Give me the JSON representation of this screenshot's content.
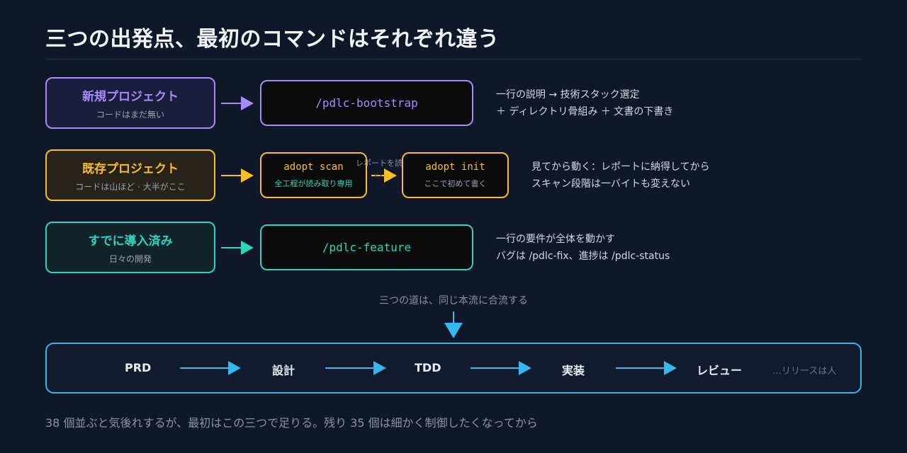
{
  "title": "三つの出発点、最初のコマンドはそれぞれ違う",
  "rows": [
    {
      "start_title": "新規プロジェクト",
      "start_sub": "コードはまだ無い",
      "command": "/pdlc-bootstrap",
      "desc_line1": "一行の説明 → 技術スタック選定",
      "desc_line2": "＋ ディレクトリ骨組み ＋ 文書の下書き"
    },
    {
      "start_title": "既存プロジェクト",
      "start_sub": "コードは山ほど · 大半がここ",
      "command1": "adopt scan",
      "command1_sub": "全工程が読み取り専用",
      "connector_label": "レポートを読",
      "command2": "adopt init",
      "command2_sub": "ここで初めて書く",
      "desc_line1": "見てから動く：レポートに納得してから",
      "desc_line2": "スキャン段階は一バイトも変えない"
    },
    {
      "start_title": "すでに導入済み",
      "start_sub": "日々の開発",
      "command": "/pdlc-feature",
      "desc_line1": "一行の要件が全体を動かす",
      "desc_line2": "バグは /pdlc-fix、進捗は /pdlc-status"
    }
  ],
  "merge_label": "三つの道は、同じ本流に合流する",
  "pipeline": {
    "stages": [
      "PRD",
      "設計",
      "TDD",
      "実装",
      "レビュー"
    ],
    "tail": "…リリースは人"
  },
  "footer": "38 個並ぶと気後れするが、最初はこの三つで足りる。残り 35 個は細かく制御したくなってから",
  "colors": {
    "purple": "#a78bfa",
    "amber": "#fbbf24",
    "teal": "#2dd4bf",
    "blue": "#38b6f0",
    "background": "#101728"
  }
}
